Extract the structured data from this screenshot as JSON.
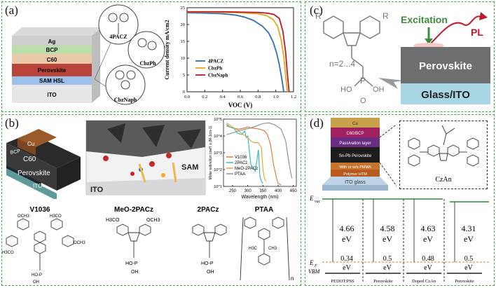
{
  "panels": {
    "a": {
      "label": "(a)",
      "layers": [
        "Ag",
        "BCP",
        "C60",
        "Perovskite",
        "SAM HSL",
        "ITO"
      ],
      "molecules": [
        "4PACZ",
        "CbzPh",
        "CbzNaph"
      ],
      "colors": {
        "4PACZ": "#2f6fb3",
        "CbzPh": "#e2a81e",
        "CbzNaph": "#c0182a"
      }
    },
    "b": {
      "label": "(b)",
      "stack_labels": [
        "Cu",
        "BCP",
        "C60",
        "Perovskite",
        "ITO"
      ],
      "render_labels": [
        "SAM",
        "ITO"
      ],
      "structures": [
        "V1036",
        "MeO-2PACz",
        "2PACz",
        "PTAA"
      ],
      "substituents": {
        "methoxy_a": "OCH3",
        "methoxy_b": "H3CO",
        "methoxy_c": "OCH3",
        "methoxy_d": "H3CO",
        "meo2_left": "H3CO",
        "meo2_right": "OCH3",
        "ptaa_me1": "CH3",
        "ptaa_me2": "H3C",
        "acid_head": "HO-P",
        "acid_tail": "OH",
        "ptaa_n": "n"
      }
    },
    "c": {
      "label": "(c)",
      "r_left": "R",
      "r_right": "R",
      "n_range": "n=2...4",
      "ho": "HO",
      "oh": "OH",
      "p": "P",
      "o": "O",
      "excitation": "Excitation",
      "pl": "PL",
      "perovskite": "Perovskite",
      "substrate": "Glass/ITO"
    },
    "d": {
      "label": "(d)",
      "stack": [
        "Cu",
        "C60/BCP",
        "Passivation layer",
        "Sn-Pb Perovskite",
        "With or w/o PMMA",
        "Polymer HTM"
      ],
      "base": "ITO glass",
      "molecule": "CzAn",
      "evac": "E",
      "evac_sub": "vac",
      "ef": "E",
      "ef_sub": "F",
      "vbm": "VBM",
      "unit": "eV",
      "columns": [
        {
          "name": "PEDOT:PSS",
          "top": "4.66",
          "bottom": "0.34"
        },
        {
          "name": "Perovskite",
          "top": "4.58",
          "bottom": "0.5"
        },
        {
          "name": "Doped CzAn",
          "top": "4.63",
          "bottom": "0.48"
        },
        {
          "name": "Perovskite",
          "top": "4.31",
          "bottom": "0.5"
        }
      ]
    }
  },
  "chart_data": [
    {
      "type": "line",
      "title": "",
      "xlabel": "VOC (V)",
      "ylabel": "Current density mA/cm2",
      "xlim": [
        0,
        1.2
      ],
      "ylim": [
        0,
        25
      ],
      "xticks": [
        "0.0",
        "0.2",
        "0.4",
        "0.6",
        "0.8",
        "1.0",
        "1.2"
      ],
      "yticks": [
        "0",
        "5",
        "10",
        "15",
        "20",
        "25"
      ],
      "legend_position": "bottom-left",
      "series": [
        {
          "name": "4PACZ",
          "color": "#2f6fb3",
          "x": [
            0,
            0.2,
            0.4,
            0.55,
            0.65,
            0.75,
            0.85,
            0.92,
            0.97,
            1.01,
            1.04,
            1.07,
            1.09
          ],
          "y": [
            23.5,
            23.4,
            23.2,
            22.8,
            22.2,
            21.2,
            19.5,
            17.5,
            14.8,
            11.5,
            8.0,
            3.5,
            0
          ]
        },
        {
          "name": "CbzPh",
          "color": "#e2a81e",
          "x": [
            0,
            0.2,
            0.4,
            0.6,
            0.8,
            0.9,
            0.97,
            1.02,
            1.06,
            1.09,
            1.11,
            1.13
          ],
          "y": [
            23.7,
            23.7,
            23.6,
            23.5,
            23.2,
            22.6,
            21.5,
            19.5,
            15.5,
            10.5,
            5.0,
            0
          ]
        },
        {
          "name": "CbzNaph",
          "color": "#c0182a",
          "x": [
            0,
            0.2,
            0.4,
            0.6,
            0.8,
            0.9,
            0.98,
            1.04,
            1.08,
            1.11,
            1.13,
            1.15
          ],
          "y": [
            23.8,
            23.8,
            23.8,
            23.7,
            23.6,
            23.4,
            23.0,
            21.8,
            18.0,
            12.0,
            5.5,
            0
          ]
        }
      ]
    },
    {
      "type": "line",
      "title": "",
      "xlabel": "Wavelength (nm)",
      "ylabel": "Molar extinction coeff. ε (M-1cm-1)",
      "xlim": [
        220,
        460
      ],
      "ylim": [
        10,
        100000
      ],
      "yscale": "log",
      "xticks": [
        "250",
        "300",
        "350",
        "400",
        "450"
      ],
      "yticks": [
        "10^1",
        "10^2",
        "10^3",
        "10^4",
        "10^5"
      ],
      "legend_position": "bottom-left",
      "series": [
        {
          "name": "V1036",
          "color": "#e0742c",
          "x": [
            230,
            250,
            270,
            290,
            300,
            310,
            325,
            340,
            355,
            365,
            375,
            385,
            395,
            400,
            410
          ],
          "y": [
            40000,
            30000,
            25000,
            30000,
            35000,
            30000,
            28000,
            25000,
            20000,
            12000,
            3000,
            200,
            30,
            15,
            12
          ]
        },
        {
          "name": "2PACz",
          "color": "#2bb7b2",
          "x": [
            230,
            240,
            255,
            265,
            280,
            290,
            295,
            300,
            310,
            325,
            335,
            340,
            345,
            350
          ],
          "y": [
            50000,
            35000,
            28000,
            15000,
            12000,
            20000,
            8000,
            10000,
            200,
            80,
            1500,
            40,
            20,
            15
          ]
        },
        {
          "name": "MeO-2PACz",
          "color": "#e1a22f",
          "x": [
            230,
            240,
            255,
            270,
            285,
            300,
            310,
            320,
            335,
            345,
            350,
            355,
            360
          ],
          "y": [
            60000,
            45000,
            30000,
            20000,
            12000,
            8000,
            5000,
            4000,
            4000,
            2000,
            100,
            30,
            20
          ]
        },
        {
          "name": "PTAA",
          "color": "#7f8c8d",
          "x": [
            230,
            250,
            270,
            290,
            310,
            330,
            350,
            370,
            390,
            410,
            425,
            435,
            445
          ],
          "y": [
            12000,
            15000,
            20000,
            25000,
            30000,
            40000,
            55000,
            60000,
            45000,
            25000,
            5000,
            300,
            30
          ]
        }
      ]
    }
  ]
}
